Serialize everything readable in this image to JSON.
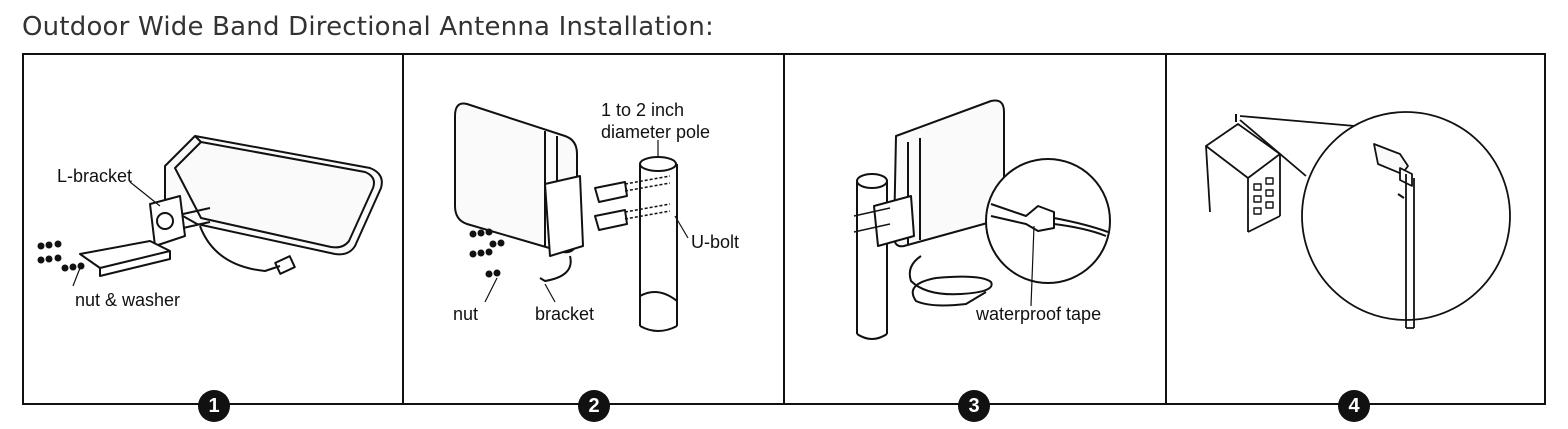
{
  "title": "Outdoor Wide Band Directional Antenna Installation:",
  "panels": [
    {
      "step": "1",
      "labels": {
        "l_bracket": "L-bracket",
        "nut_washer": "nut & washer"
      }
    },
    {
      "step": "2",
      "labels": {
        "pole_line1": "1 to 2 inch",
        "pole_line2": "diameter pole",
        "u_bolt": "U-bolt",
        "nut": "nut",
        "bracket": "bracket"
      }
    },
    {
      "step": "3",
      "labels": {
        "waterproof_tape": "waterproof tape"
      }
    },
    {
      "step": "4",
      "labels": {}
    }
  ]
}
